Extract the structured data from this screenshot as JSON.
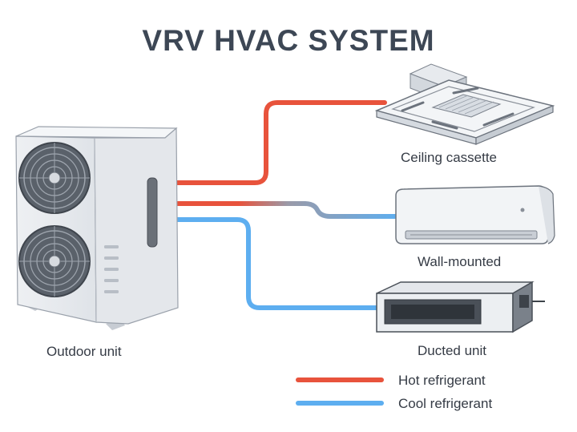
{
  "title": "VRV HVAC SYSTEM",
  "units": {
    "outdoor": "Outdoor unit",
    "ceiling": "Ceiling cassette",
    "wall": "Wall-mounted",
    "ducted": "Ducted unit"
  },
  "legend": {
    "hot": "Hot refrigerant",
    "cool": "Cool refrigerant"
  },
  "colors": {
    "hot": "#e8533c",
    "cool": "#5daef0"
  }
}
